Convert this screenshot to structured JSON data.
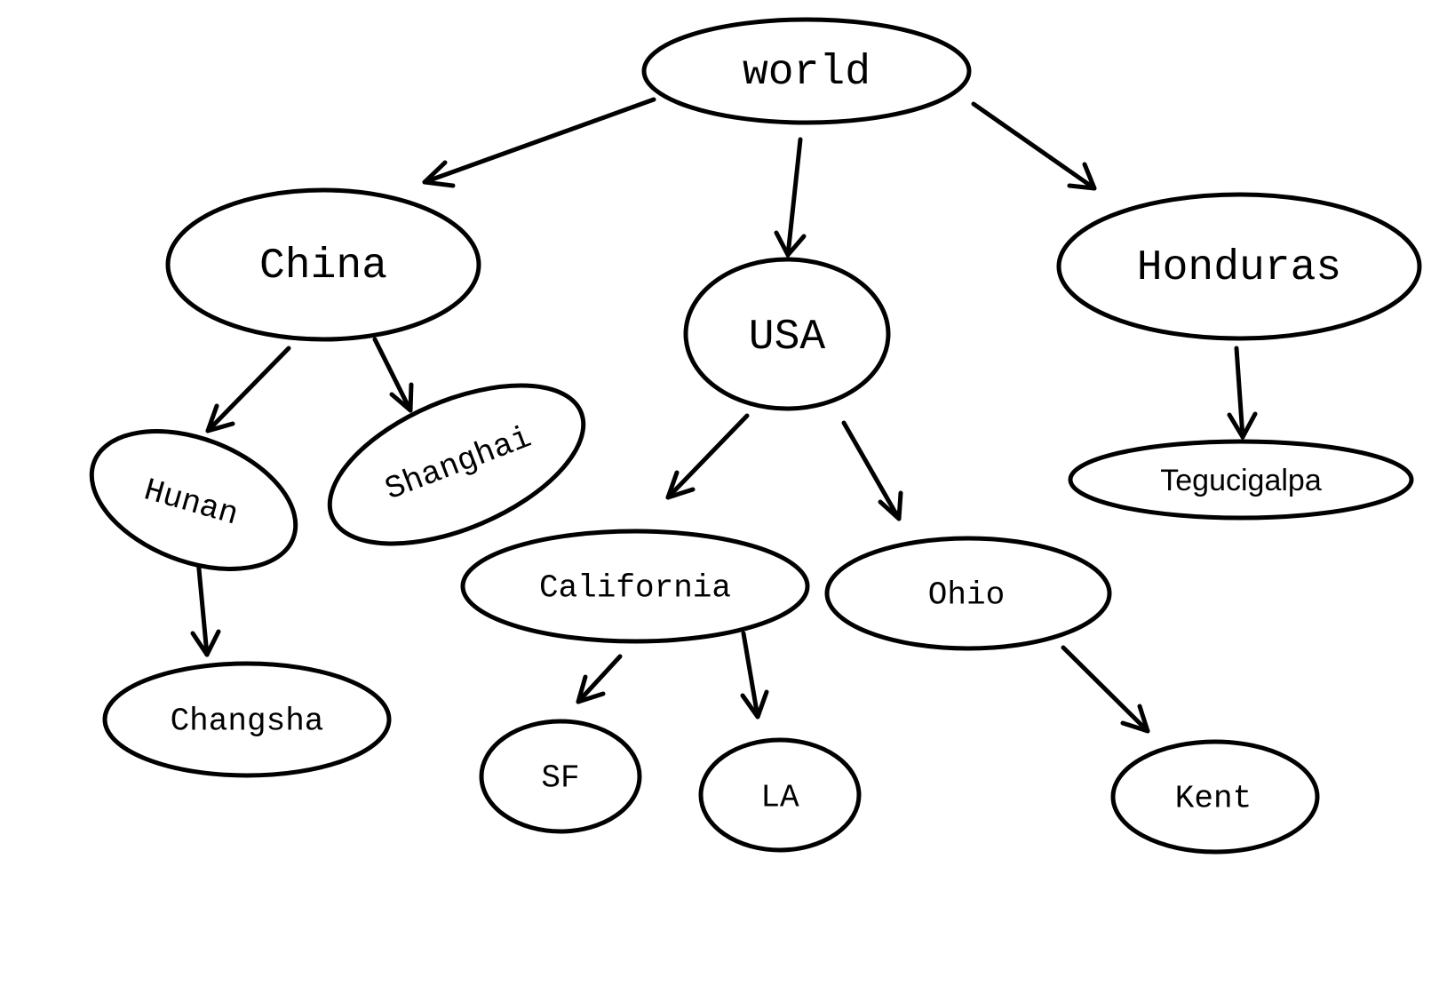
{
  "diagram": {
    "type": "tree",
    "root": "world",
    "nodes": {
      "world": "world",
      "china": "China",
      "usa": "USA",
      "honduras": "Honduras",
      "hunan": "Hunan",
      "shanghai": "Shanghai",
      "changsha": "Changsha",
      "california": "California",
      "ohio": "Ohio",
      "sf": "SF",
      "la": "LA",
      "kent": "Kent",
      "tegucigalpa": "Tegucigalpa"
    },
    "edges": [
      {
        "from": "world",
        "to": "China"
      },
      {
        "from": "world",
        "to": "USA"
      },
      {
        "from": "world",
        "to": "Honduras"
      },
      {
        "from": "China",
        "to": "Hunan"
      },
      {
        "from": "China",
        "to": "Shanghai"
      },
      {
        "from": "Hunan",
        "to": "Changsha"
      },
      {
        "from": "USA",
        "to": "California"
      },
      {
        "from": "USA",
        "to": "Ohio"
      },
      {
        "from": "California",
        "to": "SF"
      },
      {
        "from": "California",
        "to": "LA"
      },
      {
        "from": "Ohio",
        "to": "Kent"
      },
      {
        "from": "Honduras",
        "to": "Tegucigalpa"
      }
    ]
  }
}
